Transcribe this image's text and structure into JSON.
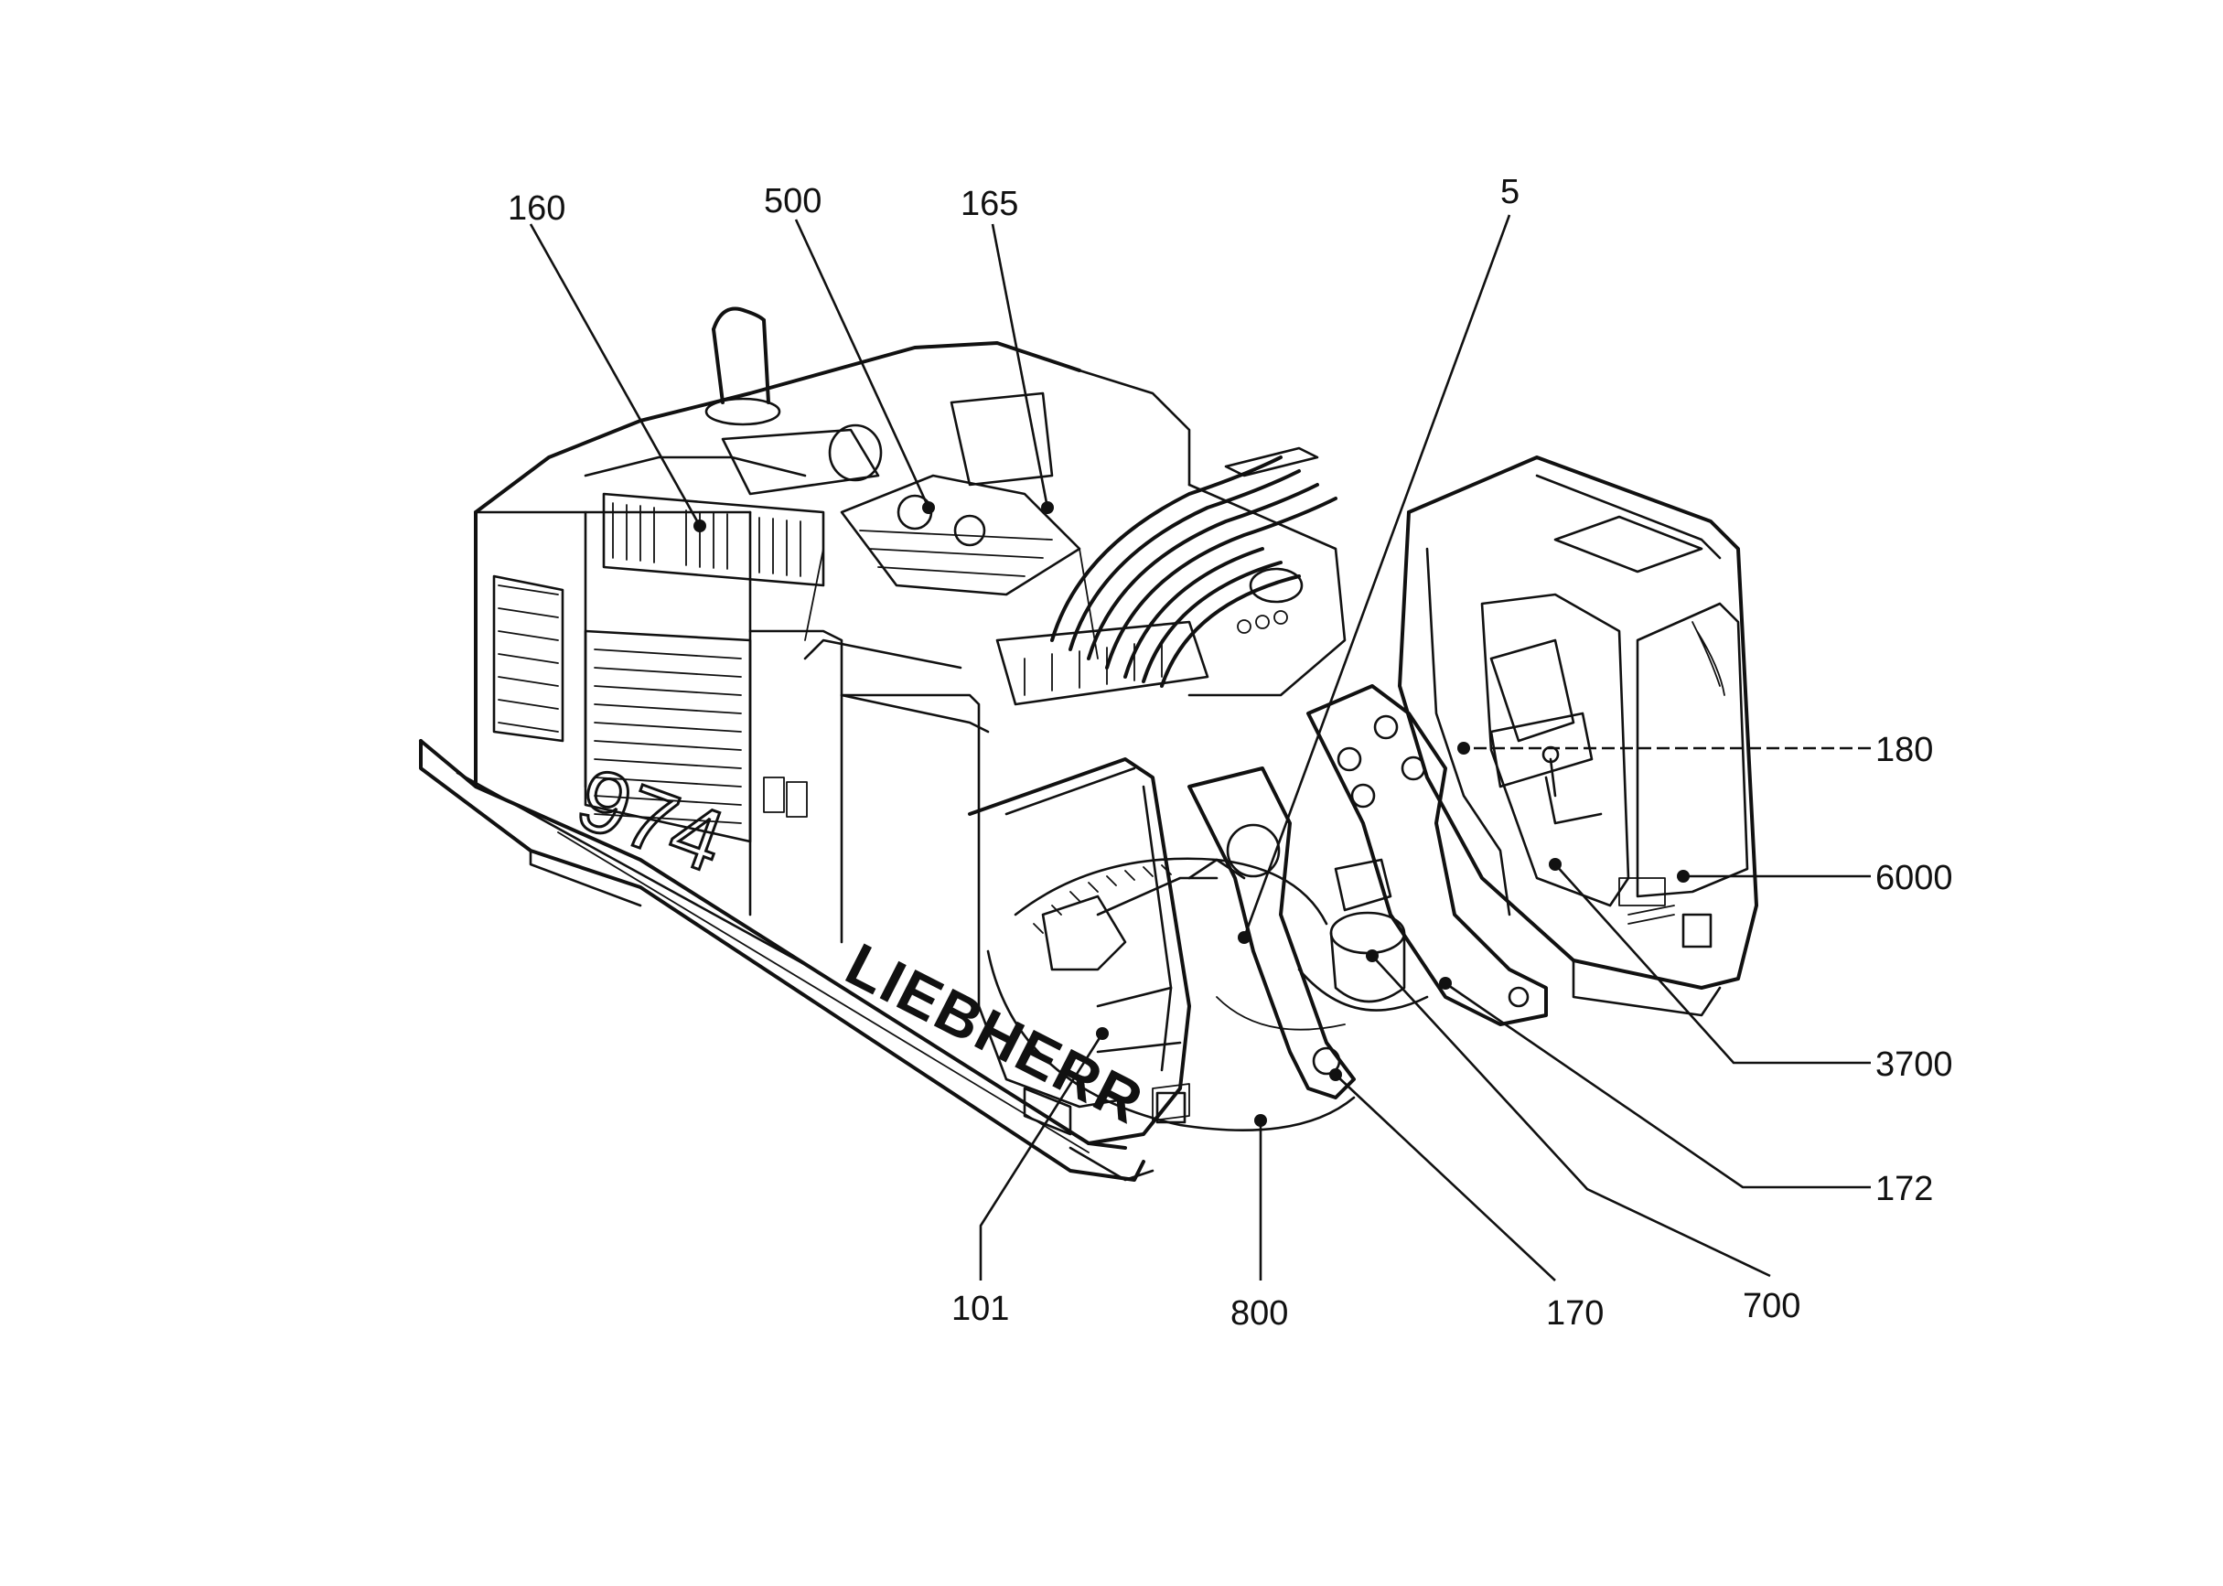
{
  "machine": {
    "brand_label": "LIEBHERR",
    "model_label": "974"
  },
  "callouts": [
    {
      "id": "c-160",
      "label": "160"
    },
    {
      "id": "c-500",
      "label": "500"
    },
    {
      "id": "c-165",
      "label": "165"
    },
    {
      "id": "c-5",
      "label": "5"
    },
    {
      "id": "c-180",
      "label": "180"
    },
    {
      "id": "c-6000",
      "label": "6000"
    },
    {
      "id": "c-3700",
      "label": "3700"
    },
    {
      "id": "c-172",
      "label": "172"
    },
    {
      "id": "c-700",
      "label": "700"
    },
    {
      "id": "c-170",
      "label": "170"
    },
    {
      "id": "c-800",
      "label": "800"
    },
    {
      "id": "c-101",
      "label": "101"
    }
  ]
}
